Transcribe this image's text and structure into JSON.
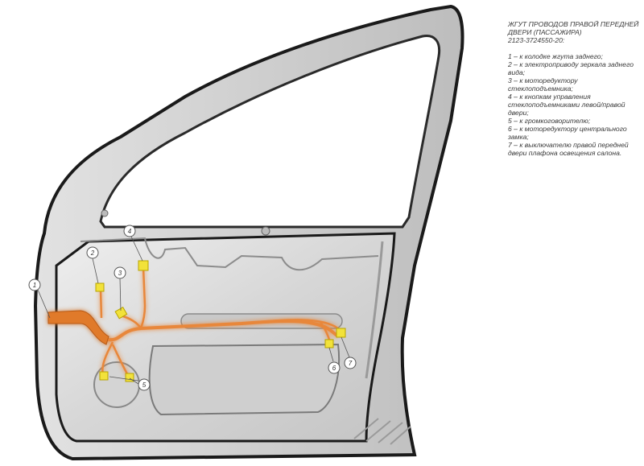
{
  "legend": {
    "title": "ЖГУТ ПРОВОДОВ ПРАВОЙ ПЕРЕДНЕЙ ДВЕРИ (ПАССАЖИРА)",
    "code": "2123-3724550-20:",
    "items": [
      "1 – к колодке жгута заднего;",
      "2 – к электроприводу зеркала заднего вида;",
      "3 – к моторедуктору стеклоподъемника;",
      "4 – к кнопкам управления стеклоподъемниками левой/правой двери;",
      "5 – к громкоговорителю;",
      "6 – к моторедуктору центрального замка;",
      "7 – к выключателю правой передней двери плафона освещения салона."
    ]
  },
  "callouts": [
    "1",
    "2",
    "3",
    "4",
    "5",
    "6",
    "7"
  ],
  "colors": {
    "harness": "#e8873a",
    "connector": "#f2e23a",
    "door_panel": "#d9d9d9",
    "door_outline": "#1a1a1a",
    "callout_stroke": "#555555"
  }
}
